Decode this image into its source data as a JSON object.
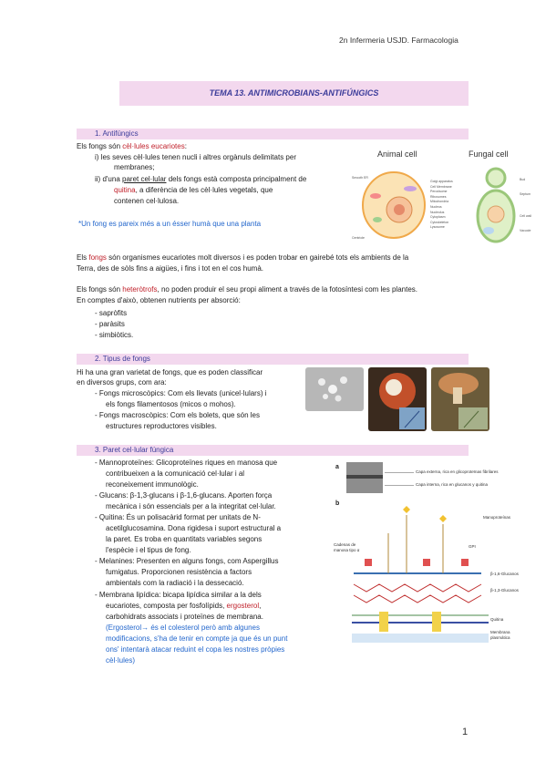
{
  "header": {
    "course": "2n Infermeria USJD. Farmacologia"
  },
  "title": "TEMA 13. ANTIMICROBIANS-ANTIFÚNGICS",
  "section1": {
    "heading": "1.    Antifúngics",
    "intro_prefix": "Els fongs són ",
    "intro_highlight": "cèl·lules eucariotes",
    "intro_suffix": ":",
    "item_i_l1": "i)  les seves cèl·lules tenen nucli i altres orgànuls delimitats per",
    "item_i_l2": "membranes;",
    "item_ii_l1_a": "ii) d'una ",
    "item_ii_l1_b": "paret cel·lular",
    "item_ii_l1_c": " dels fongs està composta principalment de",
    "item_ii_l2_a": "quitina",
    "item_ii_l2_b": ", a diferència de les cèl·lules vegetals, que",
    "item_ii_l3": "contenen cel·lulosa.",
    "note": "*Un fong es pareix més a un ésser humà que una planta",
    "figure": {
      "animal_title": "Animal cell",
      "fungal_title": "Fungal cell",
      "labels": [
        "Golgi apparatus",
        "Cell Membrane",
        "Peroxisome",
        "Ribosomes",
        "Mitochondria",
        "Nucleus",
        "Nucleolus",
        "Cytoplasm",
        "Cytoskeleton",
        "Lysosome"
      ],
      "small_labels_left": [
        "Smooth ER",
        "Centriole"
      ],
      "small_labels_right": [
        "Bud",
        "Septum",
        "Cell wall",
        "Vacuole"
      ]
    },
    "p2_l1_a": "Els ",
    "p2_l1_b": "fongs",
    "p2_l1_c": " són organismes eucariotes molt diversos i es poden trobar en gairebé tots els ambients de la",
    "p2_l2": "Terra, des de sòls fins a aigües, i fins i tot en el cos humà.",
    "p3_l1_a": "Els fongs són ",
    "p3_l1_b": "heteròtrofs",
    "p3_l1_c": ", no poden produir el seu propi aliment a través de la fotosíntesi com les plantes.",
    "p3_l2": "En comptes d'això, obtenen nutrients per absorció:",
    "bullets": [
      "-  sapròfits",
      "-  paràsits",
      "-  simbiòtics."
    ]
  },
  "section2": {
    "heading": "2.    Tipus de fongs",
    "p_l1": "Hi ha una gran varietat de fongs, que es poden classificar",
    "p_l2": "en diversos grups, com ara:",
    "b1_l1": "-  Fongs microscòpics: Com els llevats (unicel·lulars) i",
    "b1_l2": "els fongs filamentosos (micos o mohos).",
    "b2_l1": "-  Fongs macroscòpics: Com els bolets, que són les",
    "b2_l2": "estructures reproductores visibles."
  },
  "section3": {
    "heading": "3.    Paret cel·lular fúngica",
    "m_l1": "-  Mannoproteïnes: Glicoproteïnes riques en manosa que",
    "m_l2": "contribueixen a la comunicació cel·lular i al",
    "m_l3": "reconeixement immunològic.",
    "g_l1": "-  Glucans: β-1,3-glucans i β-1,6-glucans. Aporten força",
    "g_l2": "mecànica i són essencials per a la integritat cel·lular.",
    "q_l1": "-  Quitina: És un polisacàrid format per unitats de N-",
    "q_l2": "acetilglucosamina. Dona rigidesa i suport estructural a",
    "q_l3": "la paret. Es troba en quantitats variables segons",
    "q_l4": "l'espècie i el tipus de fong.",
    "me_l1": "-  Melanines: Presenten en alguns fongs, com Aspergillus",
    "me_l2": "fumigatus. Proporcionen resistència a factors",
    "me_l3": "ambientals com la radiació i la dessecació.",
    "mb_l1": "-  Membrana lipídica: bicapa lipídica similar a la dels",
    "mb_l2": "eucariotes, composta per fosfolípids, ",
    "mb_l2_red": "ergosterol",
    "mb_l2_end": ",",
    "mb_l3": "carbohidrats associats i proteïnes de membrana.",
    "mb_l4": "(Ergosterol→ és el colesterol però amb algunes",
    "mb_l5": "modificacions, s'ha de tenir en compte ja que és un punt",
    "mb_l6": "ons' intentarà atacar reduint el copa les nostres pròpies",
    "mb_l7": "cèl·lules)",
    "figure": {
      "label_a": "a",
      "label_b": "b",
      "a_line1": "Capa externa, rica en glicoproteïnas fibrilares",
      "a_line2": "Capa interna, rica en glucanos y quitina",
      "manno": "Manoproteínas",
      "gpi": "GPI",
      "cadenas_l1": "Cadenas de",
      "cadenas_l2": "manosa tipo α",
      "b16": "β-1,6-Glucanos",
      "b13": "β-1,3-Glucanos",
      "quitina": "Quitina",
      "membrana_l1": "Membrana",
      "membrana_l2": "plasmática"
    }
  },
  "footer": {
    "page_number": "1"
  }
}
